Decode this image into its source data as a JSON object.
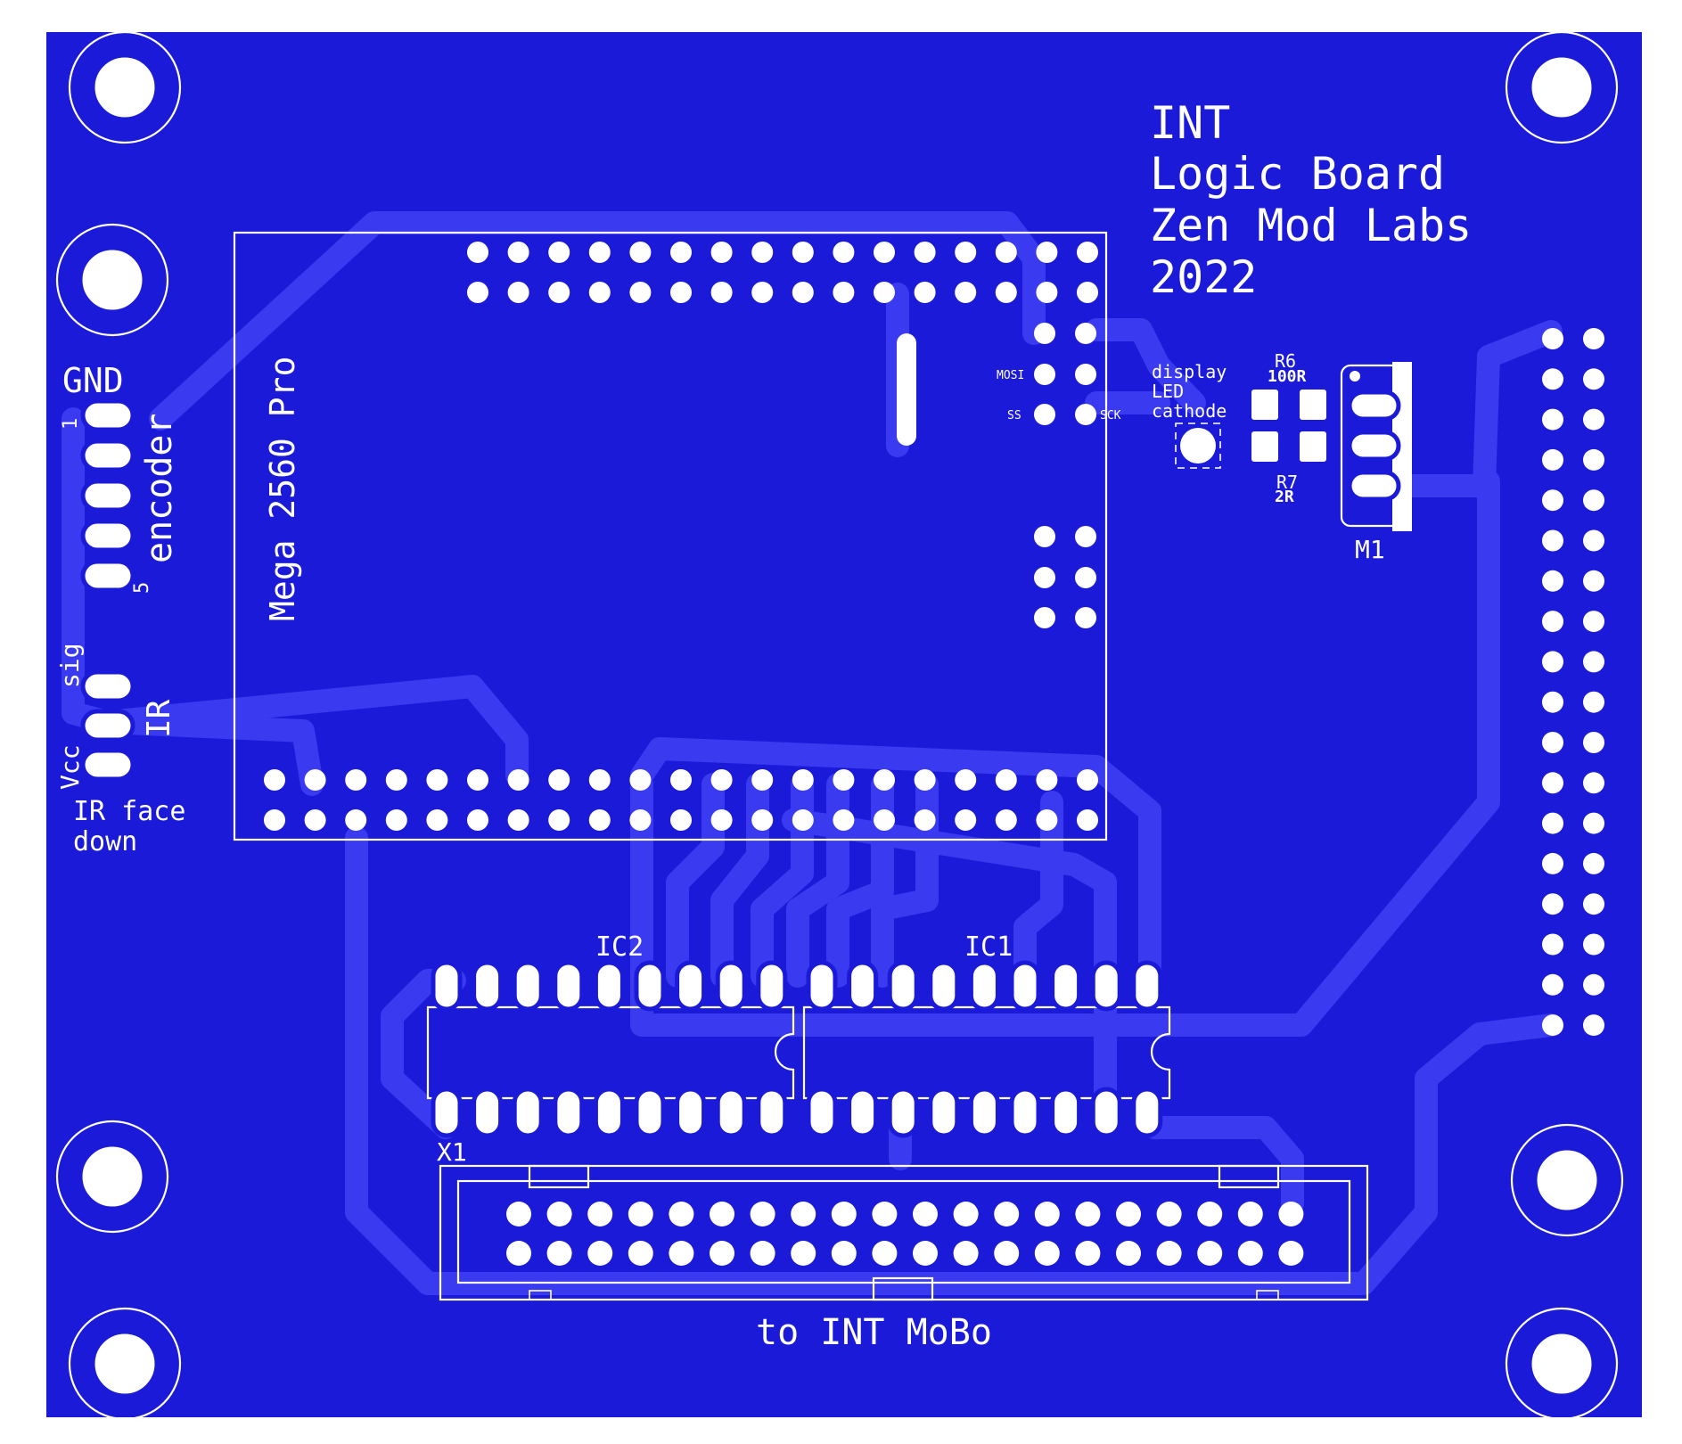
{
  "colors": {
    "background": "#ffffff",
    "board": "#1a1ad8",
    "trace": "#3a3af0",
    "silkscreen": "#ffffff"
  },
  "title_block": {
    "line1": "INT",
    "line2": "Logic Board",
    "line3": "Zen Mod Labs",
    "line4": "2022"
  },
  "mcu": {
    "label": "Mega 2560 Pro",
    "pin_mosi": "MOSI",
    "pin_ss": "SS",
    "pin_sck": "SCK"
  },
  "encoder": {
    "label": "encoder",
    "gnd": "GND",
    "pin_first": "1",
    "pin_last": "5"
  },
  "ir": {
    "label": "IR",
    "sig": "sig",
    "vcc": "Vcc",
    "note_line1": "IR face",
    "note_line2": "down"
  },
  "display": {
    "line1": "display",
    "line2": "LED",
    "line3": "cathode"
  },
  "resistors": {
    "r6_name": "R6",
    "r6_value": "100R",
    "r7_name": "R7",
    "r7_value": "2R"
  },
  "mosfet": {
    "name": "M1"
  },
  "ics": {
    "ic1": "IC1",
    "ic2": "IC2"
  },
  "connector": {
    "name": "X1",
    "caption": "to INT MoBo"
  }
}
